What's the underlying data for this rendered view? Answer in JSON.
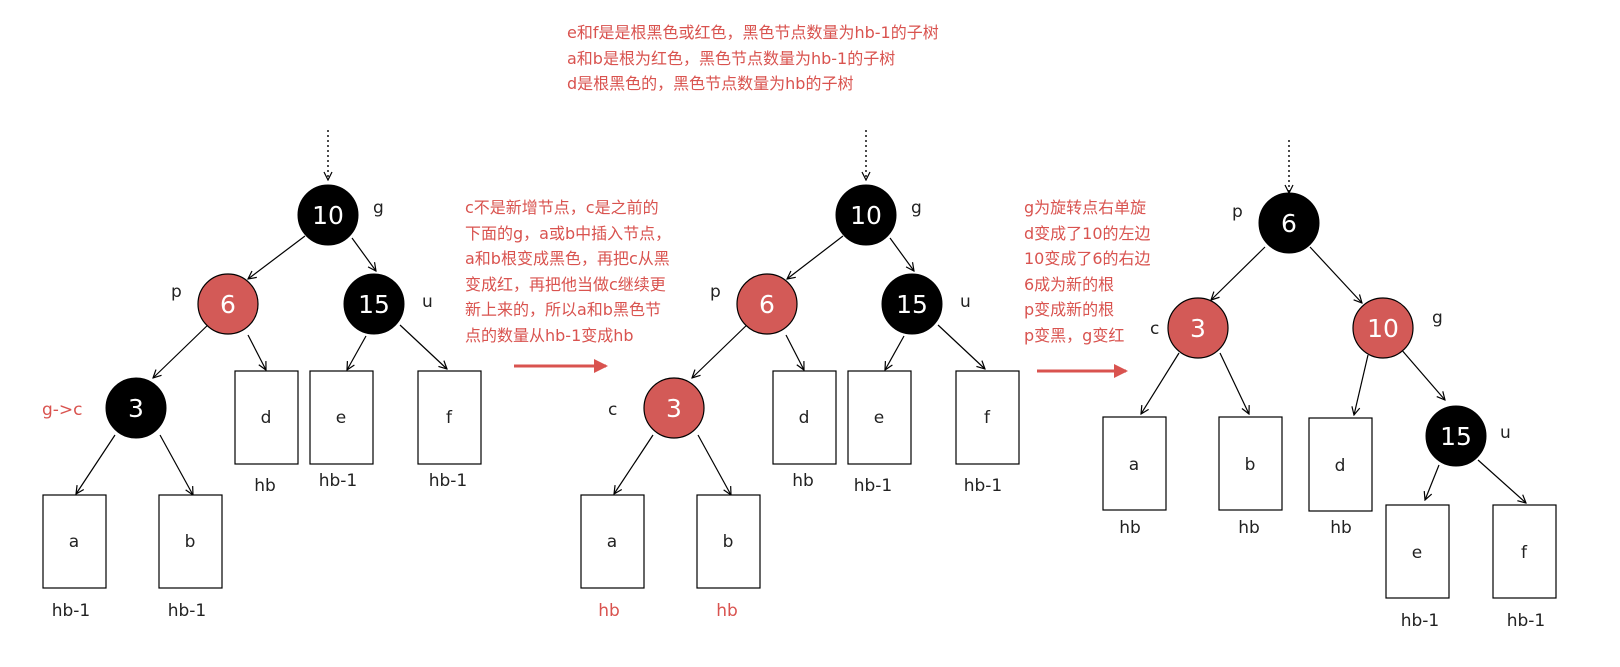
{
  "colors": {
    "red_node": "#d35a57",
    "black_node": "#000000",
    "accent_text": "#d9534f",
    "arrow_red": "#d9534f"
  },
  "top_note": [
    "e和f是是根黑色或红色，黑色节点数量为hb-1的子树",
    "a和b是根为红色，黑色节点数量为hb-1的子树",
    "d是根黑色的，黑色节点数量为hb的子树"
  ],
  "step1_note": [
    "c不是新增节点，c是之前的",
    "下面的g，a或b中插入节点，",
    "a和b根变成黑色，再把c从黑",
    "变成红，再把他当做c继续更",
    "新上来的，所以a和b黑色节",
    "点的数量从hb-1变成hb"
  ],
  "step2_note": [
    "g为旋转点右单旋",
    "d变成了10的左边",
    "10变成了6的右边",
    "6成为新的根",
    "p变成新的根",
    "p变黑，g变红"
  ],
  "trees": [
    {
      "nodes": [
        {
          "id": "n10",
          "text": "10",
          "color": "black",
          "label": "g"
        },
        {
          "id": "n6",
          "text": "6",
          "color": "red",
          "label": "p"
        },
        {
          "id": "n15",
          "text": "15",
          "color": "black",
          "label": "u"
        },
        {
          "id": "n3",
          "text": "3",
          "color": "black",
          "label": "g->c",
          "label_red": true
        }
      ],
      "boxes": [
        {
          "id": "a",
          "text": "a",
          "label": "hb-1"
        },
        {
          "id": "b",
          "text": "b",
          "label": "hb-1"
        },
        {
          "id": "d",
          "text": "d",
          "label": "hb"
        },
        {
          "id": "e",
          "text": "e",
          "label": "hb-1"
        },
        {
          "id": "f",
          "text": "f",
          "label": "hb-1"
        }
      ]
    },
    {
      "nodes": [
        {
          "id": "n10",
          "text": "10",
          "color": "black",
          "label": "g"
        },
        {
          "id": "n6",
          "text": "6",
          "color": "red",
          "label": "p"
        },
        {
          "id": "n15",
          "text": "15",
          "color": "black",
          "label": "u"
        },
        {
          "id": "n3",
          "text": "3",
          "color": "red",
          "label": "c"
        }
      ],
      "boxes": [
        {
          "id": "a",
          "text": "a",
          "label": "hb",
          "label_red": true
        },
        {
          "id": "b",
          "text": "b",
          "label": "hb",
          "label_red": true
        },
        {
          "id": "d",
          "text": "d",
          "label": "hb"
        },
        {
          "id": "e",
          "text": "e",
          "label": "hb-1"
        },
        {
          "id": "f",
          "text": "f",
          "label": "hb-1"
        }
      ]
    },
    {
      "nodes": [
        {
          "id": "n6",
          "text": "6",
          "color": "black",
          "label": "p"
        },
        {
          "id": "n3",
          "text": "3",
          "color": "red",
          "label": "c"
        },
        {
          "id": "n10",
          "text": "10",
          "color": "red",
          "label": "g"
        },
        {
          "id": "n15",
          "text": "15",
          "color": "black",
          "label": "u"
        }
      ],
      "boxes": [
        {
          "id": "a",
          "text": "a",
          "label": "hb"
        },
        {
          "id": "b",
          "text": "b",
          "label": "hb"
        },
        {
          "id": "d",
          "text": "d",
          "label": "hb"
        },
        {
          "id": "e",
          "text": "e",
          "label": "hb-1"
        },
        {
          "id": "f",
          "text": "f",
          "label": "hb-1"
        }
      ]
    }
  ]
}
